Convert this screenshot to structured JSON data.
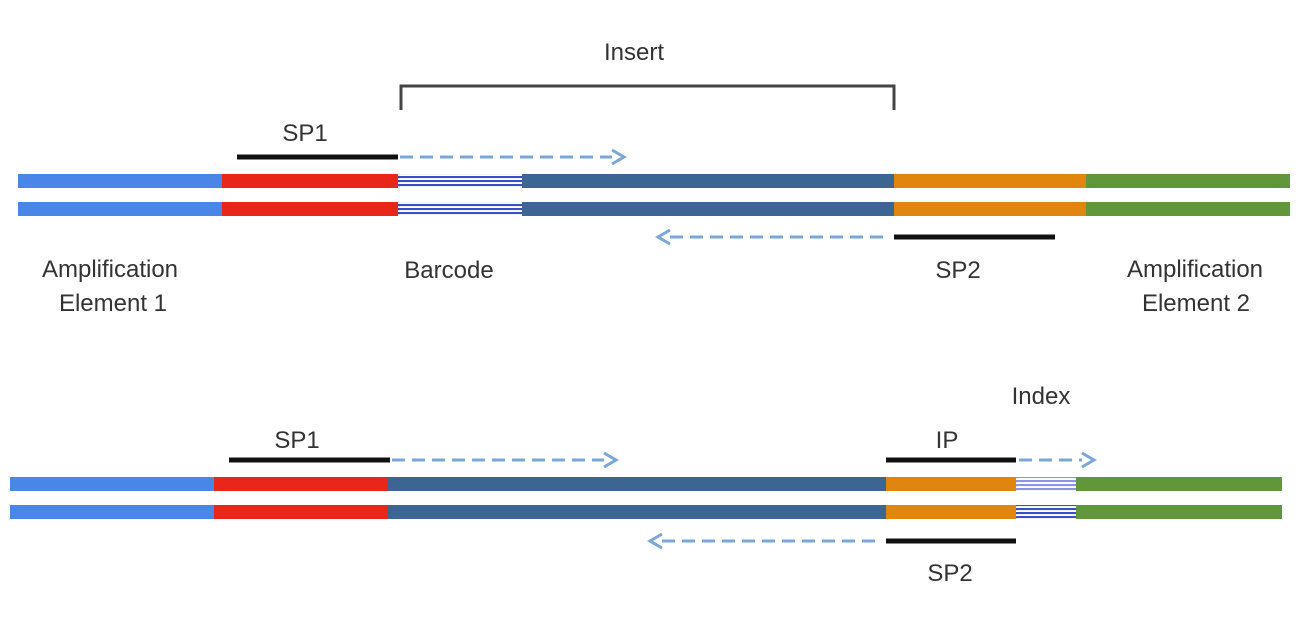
{
  "diagram": {
    "labels": {
      "insert": "Insert",
      "sp1_top": "SP1",
      "barcode": "Barcode",
      "sp2_top": "SP2",
      "amp1_line1": "Amplification",
      "amp1_line2": "Element 1",
      "amp2_line1": "Amplification",
      "amp2_line2": "Element 2",
      "index": "Index",
      "sp1_bottom": "SP1",
      "ip": "IP",
      "sp2_bottom": "SP2"
    },
    "colors": {
      "amplification_element_1": "#4a86e8",
      "primer_binding_region": "#e8261a",
      "insert_strand": "#3d6594",
      "barcode_fill": "#3b4fc4",
      "index_fill": "#8c94e6",
      "sp2_region": "#e0850e",
      "amplification_element_2": "#62963a",
      "primer_line": "#111111",
      "read_arrow": "#7ba6d8",
      "bracket": "#444444"
    }
  }
}
